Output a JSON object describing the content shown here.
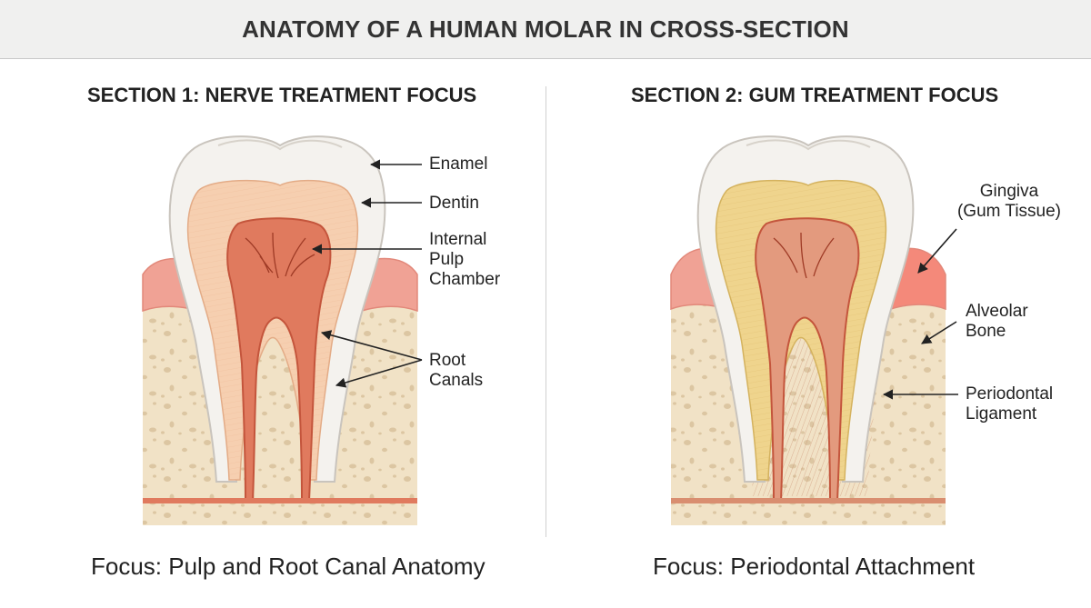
{
  "title": "ANATOMY OF A HUMAN MOLAR IN CROSS-SECTION",
  "sections": [
    {
      "heading": "SECTION 1: NERVE TREATMENT FOCUS",
      "caption": "Focus: Pulp and Root Canal Anatomy",
      "labels": {
        "enamel": "Enamel",
        "dentin": "Dentin",
        "pulp_1": "Internal",
        "pulp_2": "Pulp",
        "pulp_3": "Chamber",
        "root_1": "Root",
        "root_2": "Canals"
      }
    },
    {
      "heading": "SECTION 2: GUM TREATMENT FOCUS",
      "caption": "Focus: Periodontal Attachment",
      "labels": {
        "gingiva_1": "Gingiva",
        "gingiva_2": "(Gum Tissue)",
        "bone_1": "Alveolar",
        "bone_2": "Bone",
        "ligament_1": "Periodontal",
        "ligament_2": "Ligament"
      }
    }
  ],
  "colors": {
    "bone": "#f1e2c6",
    "bone_pores": "#dcc6a2",
    "gum": "#f0a295",
    "enamel": "#f4f2ee",
    "dentin_nerve": "#f6cfb0",
    "dentin_gum": "#efd48d",
    "pulp": "#e07a5e",
    "pulp_stroke": "#c4553c"
  }
}
